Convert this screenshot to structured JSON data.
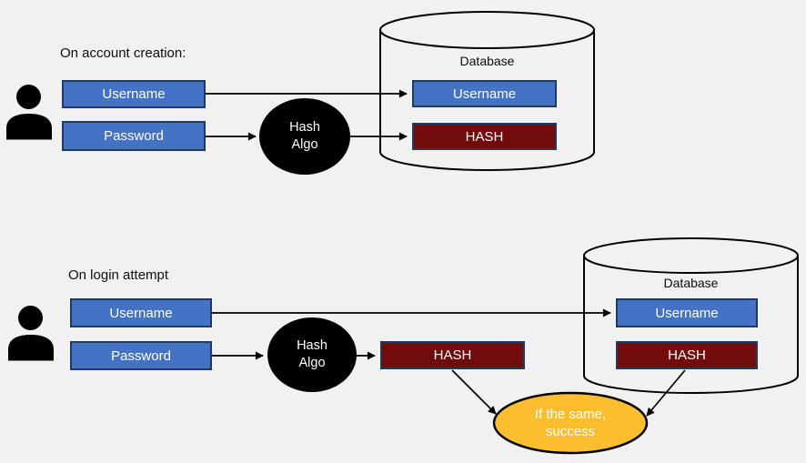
{
  "colors": {
    "background": "#F1F1F1",
    "field_blue": "#4472C4",
    "field_border": "#1F3864",
    "hash_red": "#720B0B",
    "hash_border": "#24395B",
    "algo_black": "#000000",
    "success_orange": "#FCBD2F",
    "line_black": "#000000",
    "box_text": "#FFFFFF",
    "label_text": "#0D0D0D"
  },
  "icons": {
    "user": "person-silhouette-icon",
    "database": "database-cylinder-shape",
    "arrow": "black-arrow-connector"
  },
  "account_creation": {
    "label": "On account creation:",
    "username_field": "Username",
    "password_field": "Password",
    "hash_algo": {
      "line1": "Hash",
      "line2": "Algo"
    },
    "database": {
      "title": "Database",
      "username_field": "Username",
      "hash_field": "HASH"
    }
  },
  "login_attempt": {
    "label": "On login attempt",
    "username_field": "Username",
    "password_field": "Password",
    "hash_algo": {
      "line1": "Hash",
      "line2": "Algo"
    },
    "hash_result": "HASH",
    "database": {
      "title": "Database",
      "username_field": "Username",
      "hash_field": "HASH"
    },
    "success": {
      "line1": "If the same,",
      "line2": "success"
    }
  }
}
